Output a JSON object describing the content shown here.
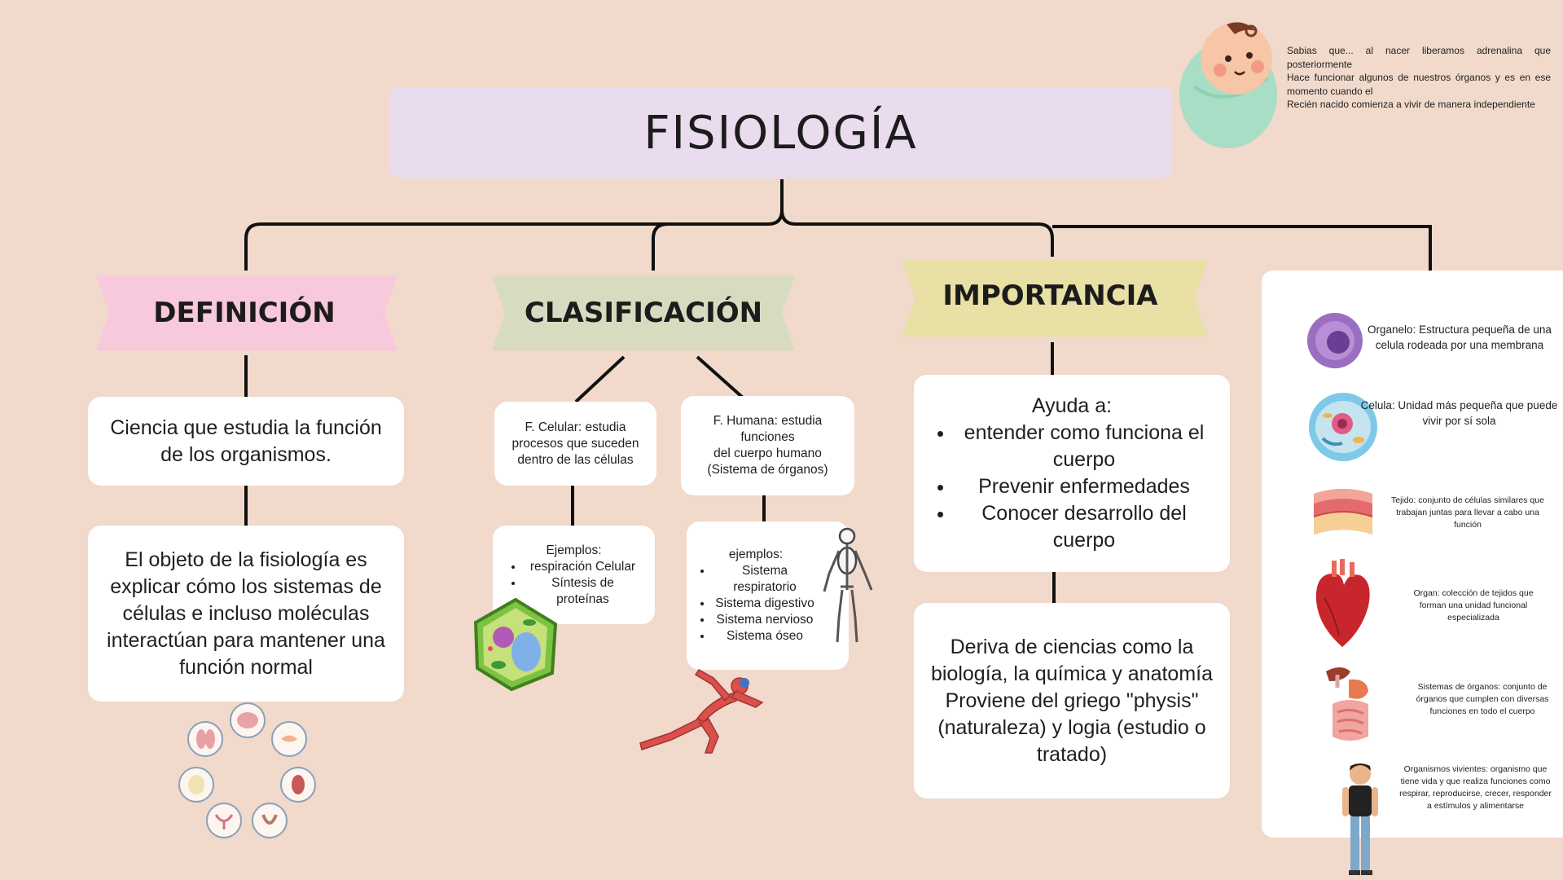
{
  "title": "FISIOLOGÍA",
  "fact": {
    "lines": [
      "Sabias que... al nacer liberamos adrenalina que posteriormente",
      "Hace funcionar algunos de nuestros órganos y es en ese momento cuando el",
      "Recién nacido comienza a vivir de manera independiente"
    ]
  },
  "definicion": {
    "heading": "DEFINICIÓN",
    "box1": "Ciencia que estudia la función de los organismos.",
    "box2": "El objeto de la fisiología es explicar cómo los sistemas de células e incluso moléculas interactúan para mantener una función normal"
  },
  "clasificacion": {
    "heading": "CLASIFICACIÓN",
    "celular": "F. Celular: estudia procesos que suceden dentro de las células",
    "humana_line1": "F. Humana: estudia funciones",
    "humana_line2": "del cuerpo humano",
    "humana_line3": "(Sistema de órganos)",
    "ejemplos_celular_title": "Ejemplos:",
    "ejemplos_celular": [
      "respiración Celular",
      "Síntesis de proteínas"
    ],
    "ejemplos_humana_title": "ejemplos:",
    "ejemplos_humana": [
      "Sistema respiratorio",
      "Sistema digestivo",
      "Sistema nervioso",
      "Sistema óseo"
    ]
  },
  "importancia": {
    "heading": "IMPORTANCIA",
    "ayuda_title": "Ayuda a:",
    "ayuda_items": [
      "entender como funciona el cuerpo",
      "Prevenir enfermedades",
      "Conocer desarrollo del cuerpo"
    ],
    "deriva": "Deriva de ciencias como la biología,  la química y anatomía\nProviene del griego \"physis\" (naturaleza) y logia (estudio o tratado)"
  },
  "niveles": [
    {
      "text": "Organelo: Estructura pequeña de una celula rodeada por una membrana",
      "icon": "organelle-icon"
    },
    {
      "text": "Celula: Unidad más pequeña que puede vivir por sí sola",
      "icon": "cell-icon"
    },
    {
      "text": "Tejido: conjunto de células similares que trabajan juntas para llevar a cabo una función",
      "icon": "tissue-icon"
    },
    {
      "text": "Organ: colección de tejidos que forman una unidad funcional especializada",
      "icon": "heart-icon"
    },
    {
      "text": "Sistemas de órganos: conjunto de órganos que cumplen con diversas funciones en todo el cuerpo",
      "icon": "digestive-system-icon"
    },
    {
      "text": "Organismos vivientes: organismo que tiene vida y que realiza funciones como respirar, reproducirse, crecer, responder a estímulos y alimentarse",
      "icon": "person-icon"
    }
  ],
  "colors": {
    "background": "#f1d9cb",
    "title_box": "#e8dcee",
    "definicion": "#f8c8dc",
    "clasificacion": "#d7dcc0",
    "importancia": "#e8e0a4"
  }
}
